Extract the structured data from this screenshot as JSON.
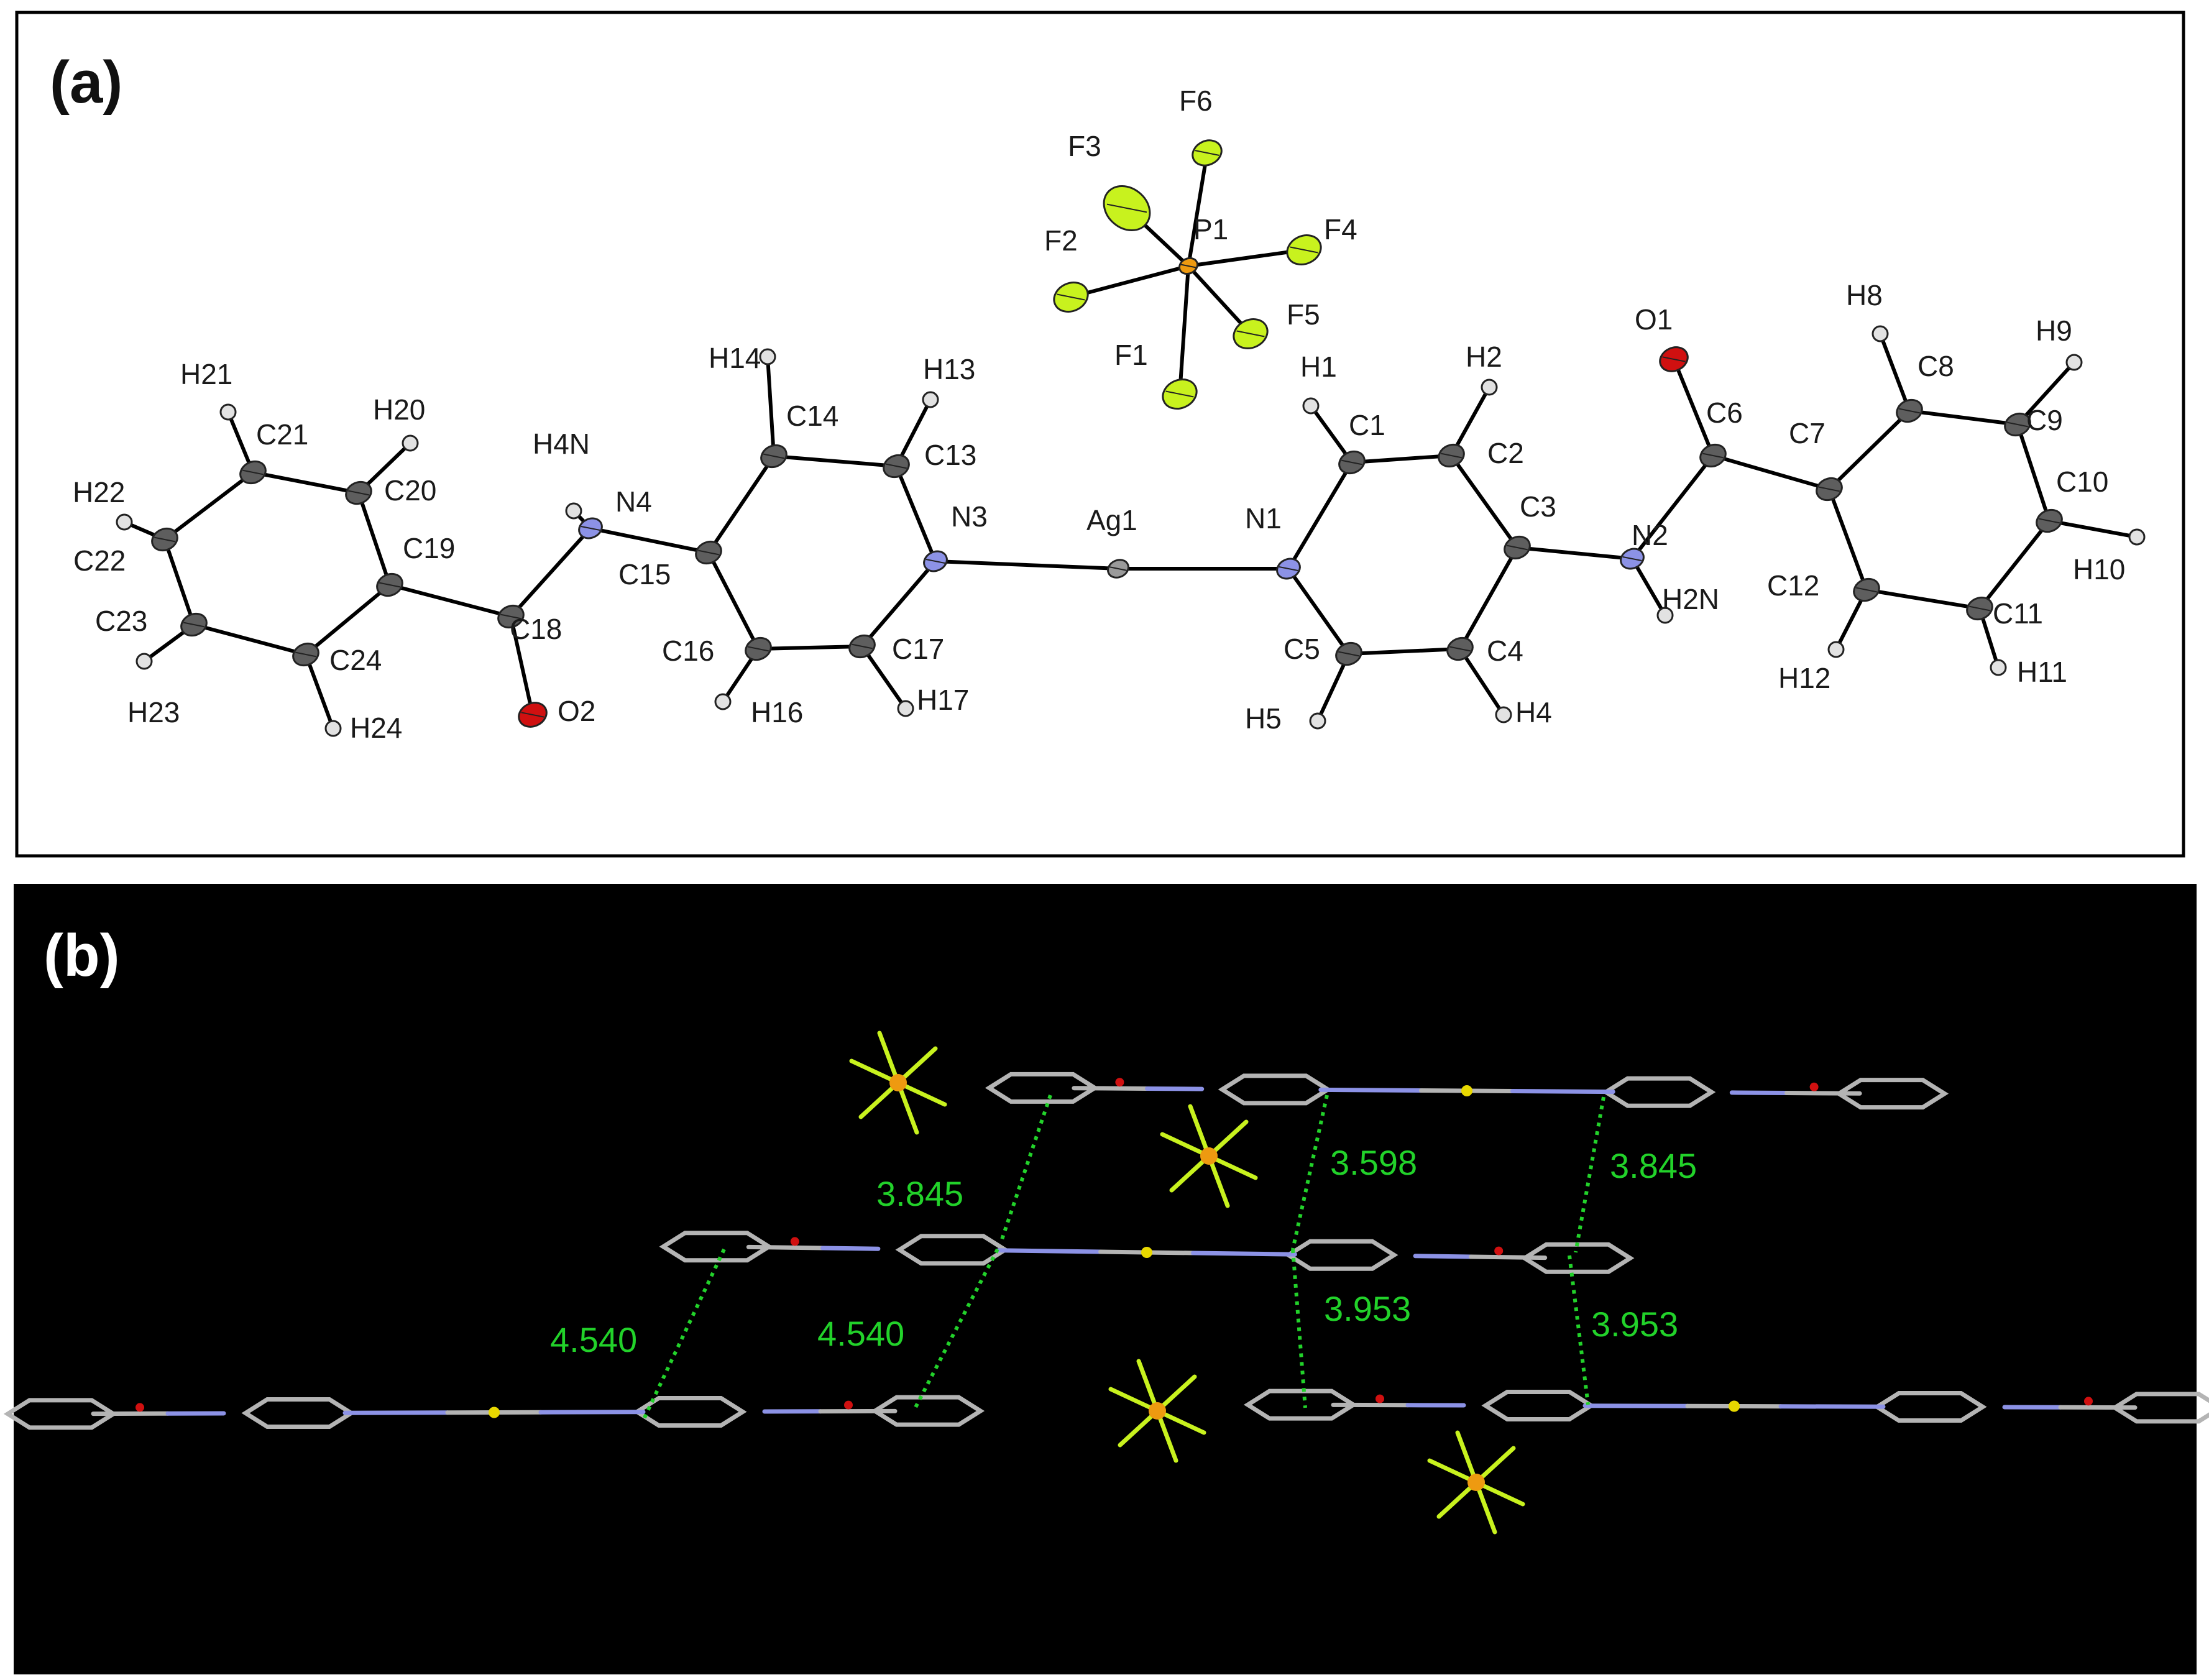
{
  "panels": [
    {
      "label": "(a)"
    },
    {
      "label": "(b)"
    }
  ],
  "colors": {
    "carbon": "#5e5e5e",
    "hydrogen": "#e2e2e2",
    "nitrogen": "#8c92e6",
    "oxygen": "#d01010",
    "fluorine": "#c8f21e",
    "phosphorus": "#ee9a10",
    "silver": "#9a9a9a",
    "distance": "#22d22a",
    "stick": "#b4b4b4",
    "panel_b_background": "#000000"
  },
  "atoms": [
    {
      "id": "F6",
      "el": "F"
    },
    {
      "id": "F3",
      "el": "F"
    },
    {
      "id": "F2",
      "el": "F"
    },
    {
      "id": "P1",
      "el": "P"
    },
    {
      "id": "F4",
      "el": "F"
    },
    {
      "id": "F5",
      "el": "F"
    },
    {
      "id": "F1",
      "el": "F"
    },
    {
      "id": "H1",
      "el": "H"
    },
    {
      "id": "H2",
      "el": "H"
    },
    {
      "id": "O1",
      "el": "O"
    },
    {
      "id": "H8",
      "el": "H"
    },
    {
      "id": "H9",
      "el": "H"
    },
    {
      "id": "H21",
      "el": "H"
    },
    {
      "id": "H20",
      "el": "H"
    },
    {
      "id": "H14",
      "el": "H"
    },
    {
      "id": "H13",
      "el": "H"
    },
    {
      "id": "C21",
      "el": "C"
    },
    {
      "id": "C14",
      "el": "C"
    },
    {
      "id": "C1",
      "el": "C"
    },
    {
      "id": "C2",
      "el": "C"
    },
    {
      "id": "C6",
      "el": "C"
    },
    {
      "id": "C7",
      "el": "C"
    },
    {
      "id": "C8",
      "el": "C"
    },
    {
      "id": "C9",
      "el": "C"
    },
    {
      "id": "H22",
      "el": "H"
    },
    {
      "id": "H4N",
      "el": "H"
    },
    {
      "id": "C20",
      "el": "C"
    },
    {
      "id": "N4",
      "el": "N"
    },
    {
      "id": "C13",
      "el": "C"
    },
    {
      "id": "C3",
      "el": "C"
    },
    {
      "id": "C10",
      "el": "C"
    },
    {
      "id": "C22",
      "el": "C"
    },
    {
      "id": "C19",
      "el": "C"
    },
    {
      "id": "C15",
      "el": "C"
    },
    {
      "id": "N3",
      "el": "N"
    },
    {
      "id": "Ag1",
      "el": "Ag"
    },
    {
      "id": "N1",
      "el": "N"
    },
    {
      "id": "N2",
      "el": "N"
    },
    {
      "id": "H10",
      "el": "H"
    },
    {
      "id": "C12",
      "el": "C"
    },
    {
      "id": "H2N",
      "el": "H"
    },
    {
      "id": "C23",
      "el": "C"
    },
    {
      "id": "C18",
      "el": "C"
    },
    {
      "id": "C11",
      "el": "C"
    },
    {
      "id": "C24",
      "el": "C"
    },
    {
      "id": "C16",
      "el": "C"
    },
    {
      "id": "C17",
      "el": "C"
    },
    {
      "id": "C5",
      "el": "C"
    },
    {
      "id": "C4",
      "el": "C"
    },
    {
      "id": "H12",
      "el": "H"
    },
    {
      "id": "H11",
      "el": "H"
    },
    {
      "id": "H23",
      "el": "H"
    },
    {
      "id": "H24",
      "el": "H"
    },
    {
      "id": "O2",
      "el": "O"
    },
    {
      "id": "H16",
      "el": "H"
    },
    {
      "id": "H17",
      "el": "H"
    },
    {
      "id": "H5",
      "el": "H"
    },
    {
      "id": "H4",
      "el": "H"
    }
  ],
  "distances": [
    {
      "label": "3.845"
    },
    {
      "label": "3.598"
    },
    {
      "label": "3.845"
    },
    {
      "label": "4.540"
    },
    {
      "label": "4.540"
    },
    {
      "label": "3.953"
    },
    {
      "label": "3.953"
    }
  ]
}
